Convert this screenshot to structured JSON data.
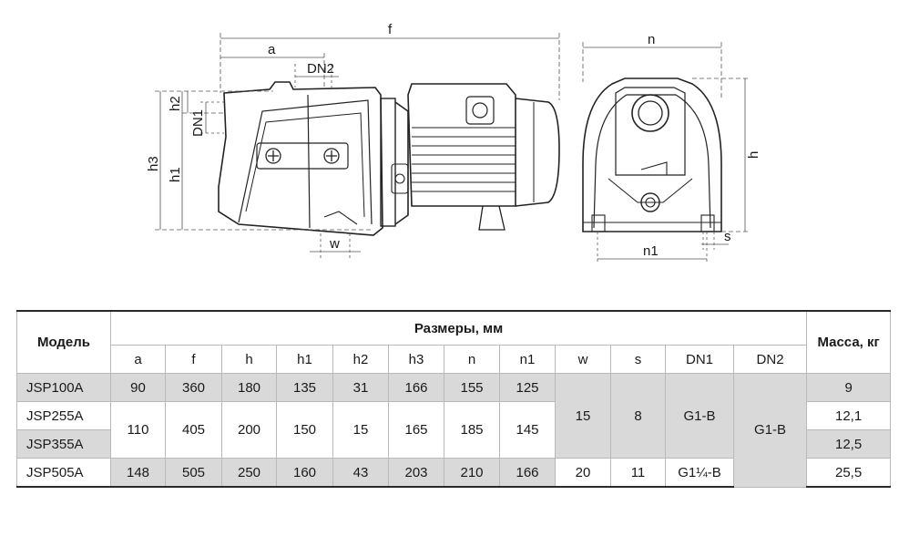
{
  "drawing": {
    "labels": {
      "f": "f",
      "a": "a",
      "dn2": "DN2",
      "h2": "h2",
      "dn1": "DN1",
      "h3": "h3",
      "h1": "h1",
      "w": "w",
      "n": "n",
      "h": "h",
      "n1": "n1",
      "s": "s"
    }
  },
  "table": {
    "model_header": "Модель",
    "dimensions_header": "Размеры, мм",
    "mass_header": "Масса, кг",
    "columns": [
      "a",
      "f",
      "h",
      "h1",
      "h2",
      "h3",
      "n",
      "n1",
      "w",
      "s",
      "DN1",
      "DN2"
    ],
    "rows": [
      {
        "model": "JSP100A",
        "a": "90",
        "f": "360",
        "h": "180",
        "h1": "135",
        "h2": "31",
        "h3": "166",
        "n": "155",
        "n1": "125",
        "mass": "9"
      },
      {
        "model": "JSP255A",
        "mass": "12,1"
      },
      {
        "model": "JSP355A",
        "mass": "12,5"
      },
      {
        "model": "JSP505A",
        "a": "148",
        "f": "505",
        "h": "250",
        "h1": "160",
        "h2": "43",
        "h3": "203",
        "n": "210",
        "n1": "166",
        "w": "20",
        "s": "11",
        "dn1": "G1¼-B",
        "mass": "25,5"
      }
    ],
    "merged": {
      "a": "110",
      "f": "405",
      "h": "200",
      "h1": "150",
      "h2": "15",
      "h3": "165",
      "n": "185",
      "n1": "145",
      "w": "15",
      "s": "8",
      "dn1": "G1-B",
      "dn2": "G1-B"
    }
  }
}
